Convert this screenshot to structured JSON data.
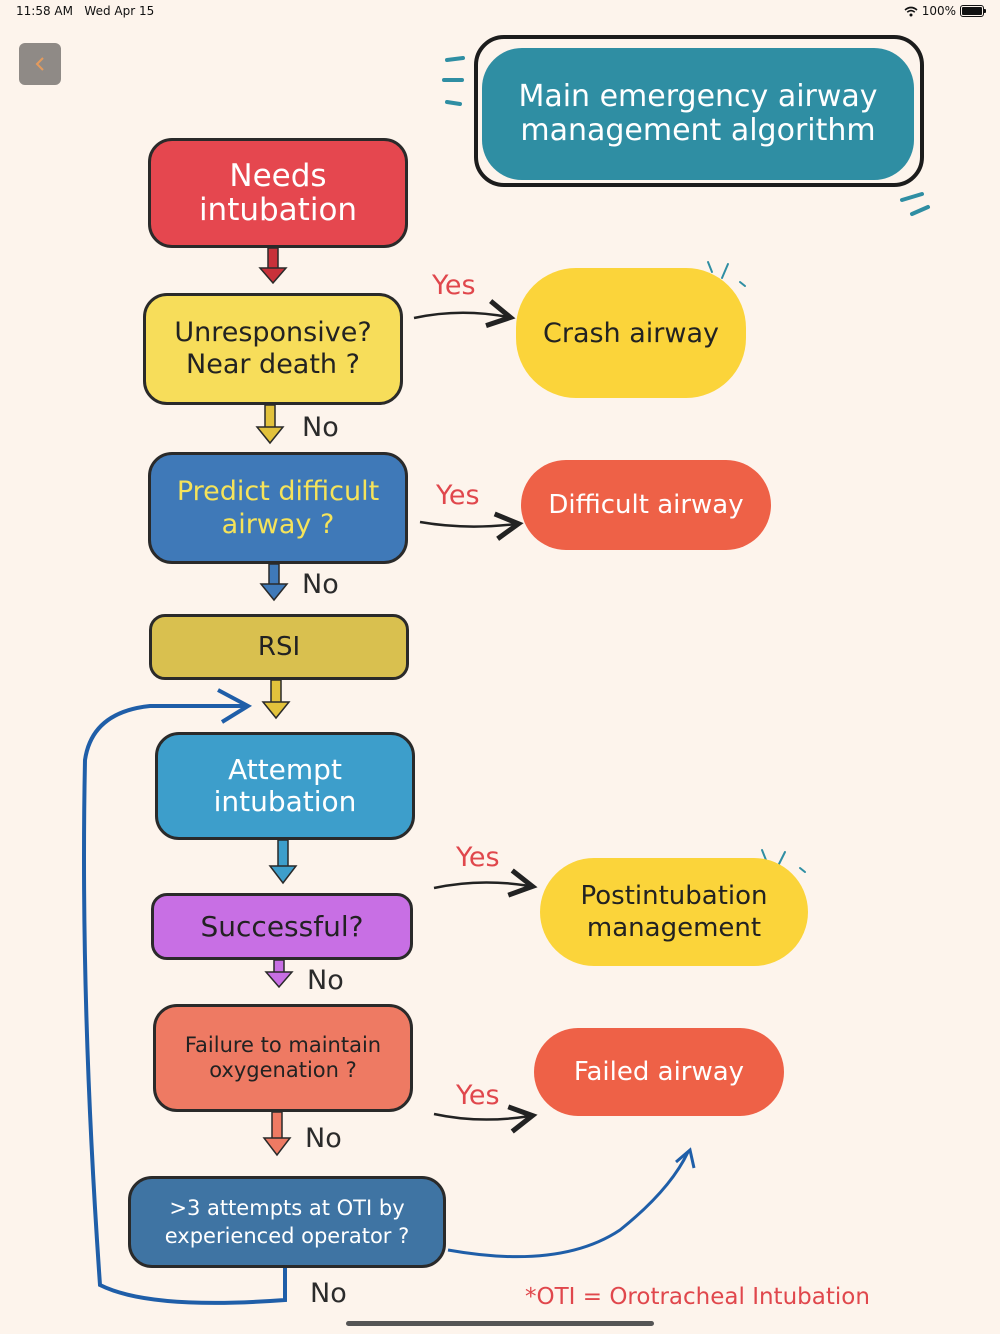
{
  "status_bar": {
    "time": "11:58 AM",
    "date": "Wed Apr 15",
    "battery": "100%"
  },
  "back_icon": "chevron-left-icon",
  "title": "Main emergency airway management algorithm",
  "nodes": {
    "needs_intubation": "Needs intubation",
    "unresponsive": "Unresponsive? Near death ?",
    "predict_difficult": "Predict difficult airway ?",
    "rsi": "RSI",
    "attempt_intubation": "Attempt intubation",
    "successful": "Successful?",
    "failure_oxygenation": "Failure to maintain oxygenation ?",
    "attempts_oti": ">3 attempts at OTI by experienced operator ?"
  },
  "outcomes": {
    "crash_airway": "Crash airway",
    "difficult_airway": "Difficult airway",
    "postintubation": "Postintubation management",
    "failed_airway": "Failed airway"
  },
  "labels": {
    "yes": "Yes",
    "no": "No"
  },
  "footnote": "*OTI = Orotracheal Intubation",
  "colors": {
    "background": "#fdf4ec",
    "red": "#e5474f",
    "yellow": "#f7dd5a",
    "blue_dark": "#3f79b8",
    "olive": "#d9c04f",
    "blue_light": "#3d9ecb",
    "purple": "#c86fe4",
    "salmon": "#ee7a63",
    "steel": "#3f74a3",
    "teal": "#2f8ea3",
    "outcome_yellow": "#fbd43a",
    "outcome_orange": "#ee6147",
    "label_red": "#e0474c"
  }
}
